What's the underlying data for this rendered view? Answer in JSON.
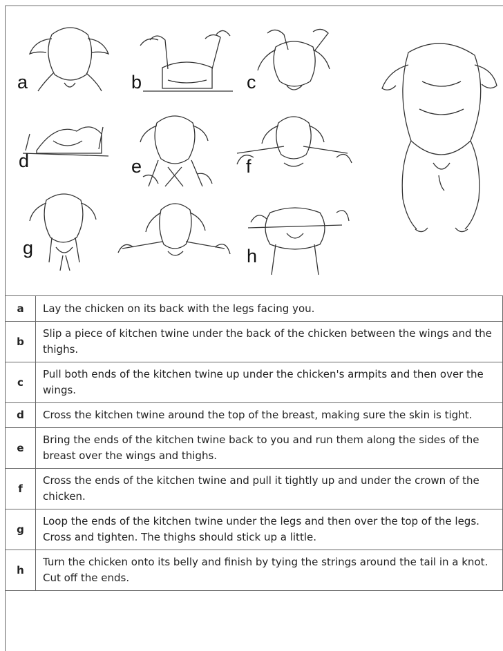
{
  "figure": {
    "labels": [
      "a",
      "b",
      "c",
      "d",
      "e",
      "f",
      "g",
      "h"
    ]
  },
  "steps": [
    {
      "key": "a",
      "text": "Lay the chicken on its back with the legs facing you."
    },
    {
      "key": "b",
      "text": "Slip a piece of kitchen twine under the back of the chicken between the wings and the thighs."
    },
    {
      "key": "c",
      "text": "Pull both ends of the kitchen twine up under the chicken's armpits and then over the wings."
    },
    {
      "key": "d",
      "text": "Cross the kitchen twine around the top of the breast, making sure the skin is tight."
    },
    {
      "key": "e",
      "text": "Bring the ends of the kitchen twine back to you and run them along the sides of the breast over the wings and thighs."
    },
    {
      "key": "f",
      "text": "Cross the ends of the kitchen twine and pull it tightly up and under the crown of the chicken."
    },
    {
      "key": "g",
      "text": "Loop the ends of the kitchen twine under the legs and then over the top of the legs. Cross and tighten. The thighs should stick up a little."
    },
    {
      "key": "h",
      "text": "Turn the chicken onto its belly and finish by tying the strings around the tail in a knot. Cut off the ends."
    }
  ]
}
